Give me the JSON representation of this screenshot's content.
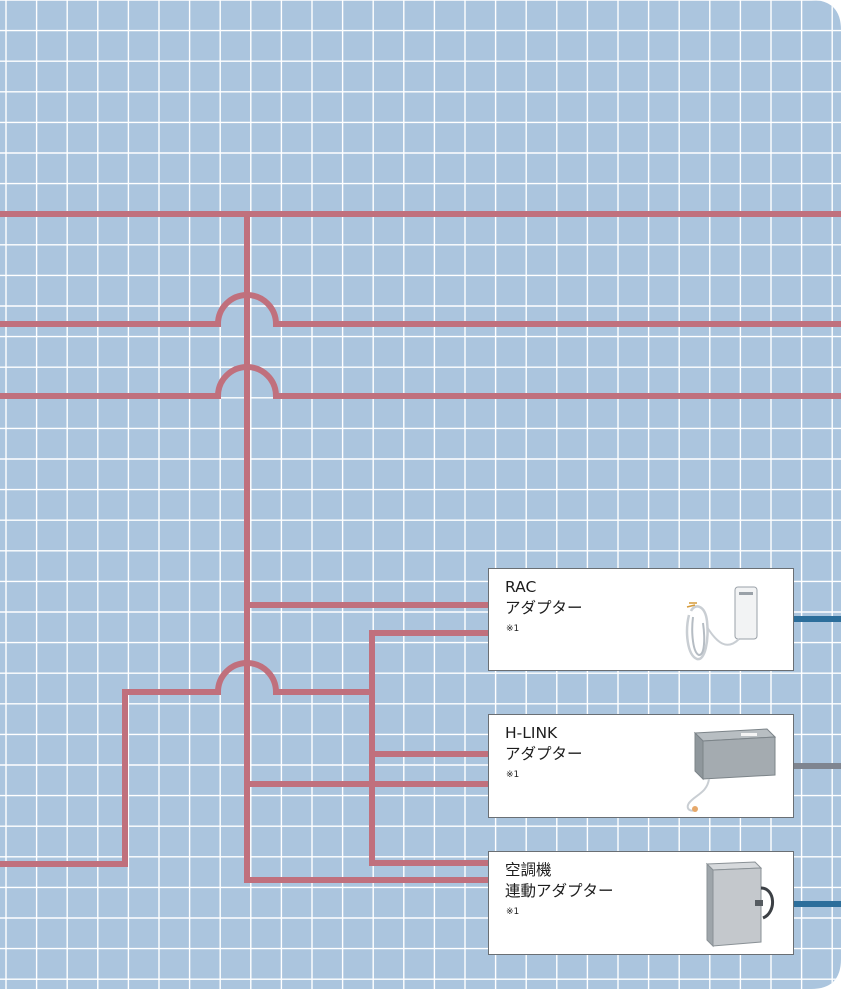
{
  "colors": {
    "background": "#abc5de",
    "grid": "#ffffff",
    "trunk_line": "#c0707d",
    "rac_output": "#2c6e9b",
    "hlink_output": "#7f8590",
    "aircon_output": "#2c6e9b",
    "box_border": "#6a6f74"
  },
  "adapters": [
    {
      "id": "rac",
      "line1": "RAC",
      "line2": "アダプター",
      "note": "※1",
      "device_icon": "rac-adapter-cable-icon"
    },
    {
      "id": "hlink",
      "line1": "H-LINK",
      "line2": "アダプター",
      "note": "※1",
      "device_icon": "hlink-adapter-box-icon"
    },
    {
      "id": "aircon",
      "line1": "空調機",
      "line2": "連動アダプター",
      "note": "※1",
      "device_icon": "aircon-adapter-cabinet-icon"
    }
  ]
}
